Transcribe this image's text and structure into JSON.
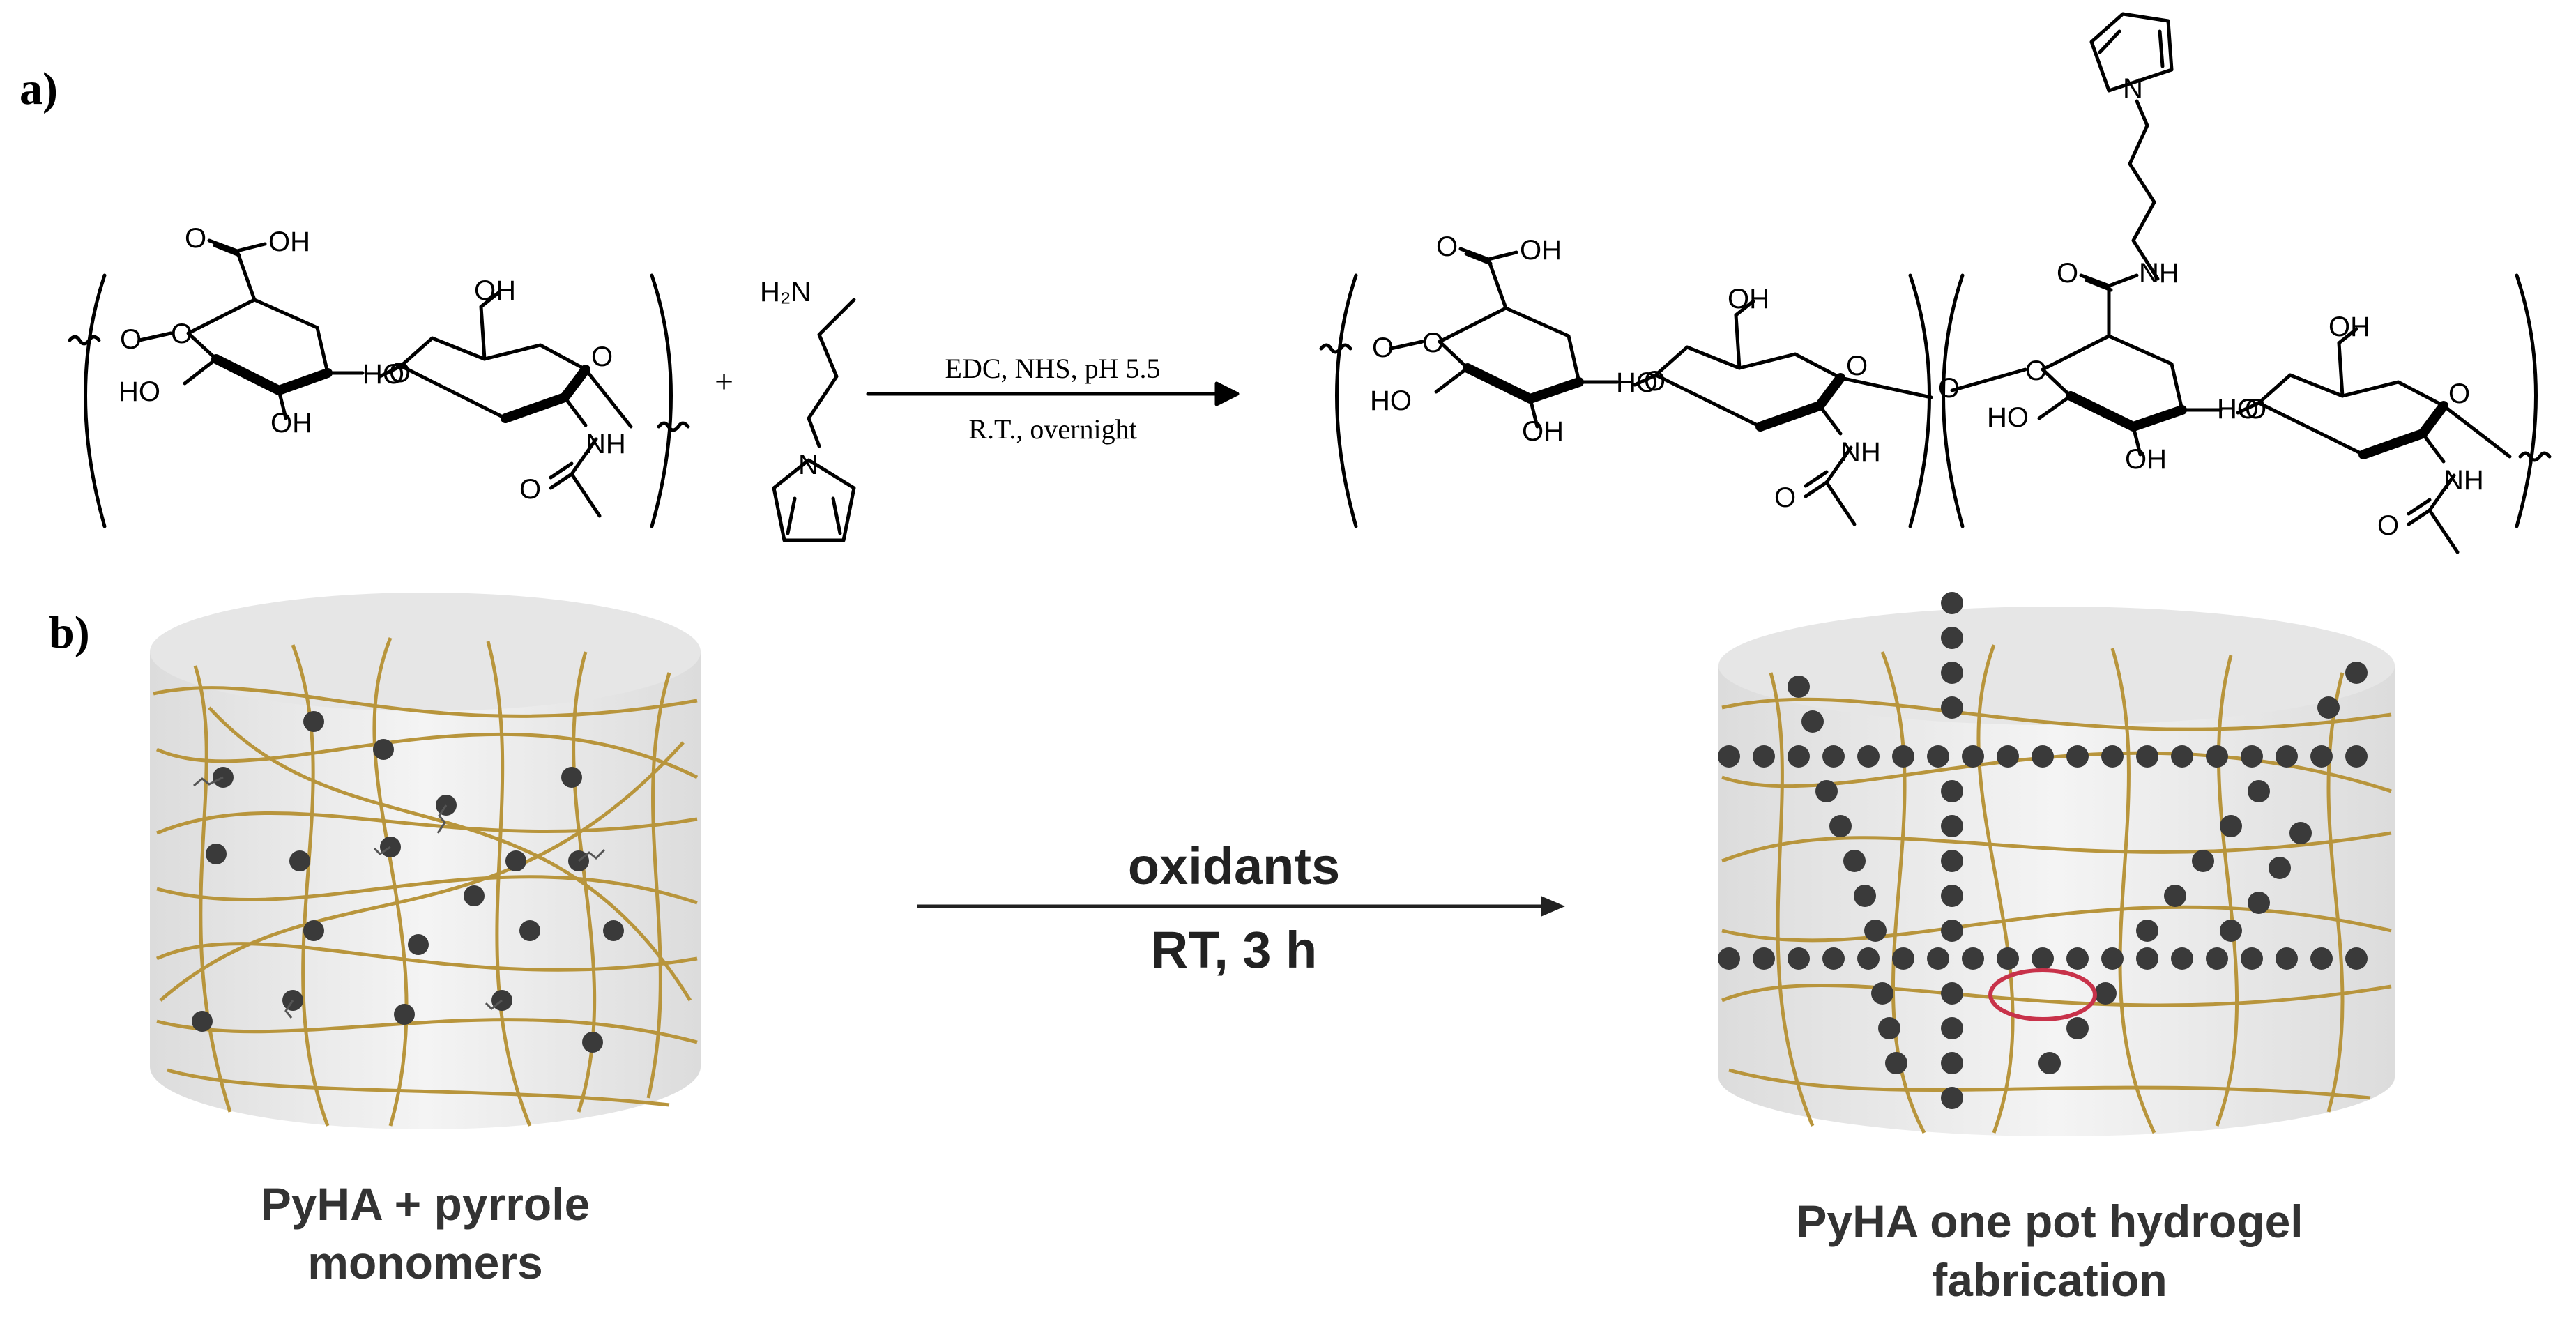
{
  "panels": {
    "a": {
      "label": "a)"
    },
    "b": {
      "label": "b)"
    }
  },
  "reaction_a": {
    "conditions_line1": "EDC, NHS, pH 5.5",
    "conditions_line2": "R.T., overnight",
    "plus": "+",
    "atoms": {
      "oh": "OH",
      "ho": "HO",
      "o": "O",
      "nh": "NH",
      "n": "N",
      "h2n": "H₂N"
    }
  },
  "reaction_b": {
    "conditions_line1": "oxidants",
    "conditions_line2": "RT, 3 h",
    "left_caption_line1": "PyHA + pyrrole",
    "left_caption_line2": "monomers",
    "right_caption_line1": "PyHA one pot hydrogel",
    "right_caption_line2": "fabrication"
  },
  "colors": {
    "fiber": "#b8953c",
    "monomer": "#3a3a3a",
    "gel_body": "#ebebeb",
    "highlight_ring": "#c8324a"
  }
}
